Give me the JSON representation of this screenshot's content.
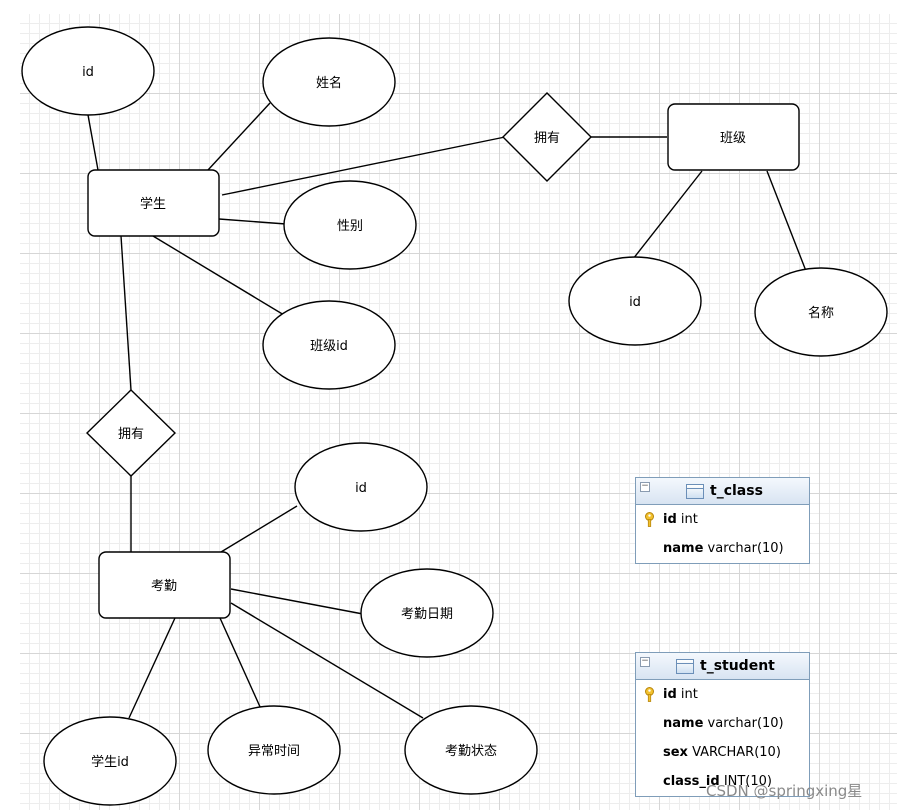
{
  "entities": {
    "student": "学生",
    "class": "班级",
    "attendance": "考勤"
  },
  "relationships": {
    "student_class": "拥有",
    "student_attendance": "拥有"
  },
  "attributes": {
    "student_id": "id",
    "student_name": "姓名",
    "student_gender": "性别",
    "student_class_id": "班级id",
    "class_id": "id",
    "class_name": "名称",
    "attendance_id": "id",
    "attendance_date": "考勤日期",
    "attendance_student_id": "学生id",
    "attendance_abnormal_time": "异常时间",
    "attendance_status": "考勤状态"
  },
  "tables": {
    "t_class": {
      "name": "t_class",
      "columns": [
        {
          "name": "id",
          "type": "int",
          "key": true
        },
        {
          "name": "name",
          "type": "varchar(10)",
          "key": false
        }
      ]
    },
    "t_student": {
      "name": "t_student",
      "columns": [
        {
          "name": "id",
          "type": "int",
          "key": true
        },
        {
          "name": "name",
          "type": "varchar(10)",
          "key": false
        },
        {
          "name": "sex",
          "type": "VARCHAR(10)",
          "key": false
        },
        {
          "name": "class_id",
          "type": "INT(10)",
          "key": false
        }
      ]
    }
  },
  "watermark": "CSDN @springxing星"
}
